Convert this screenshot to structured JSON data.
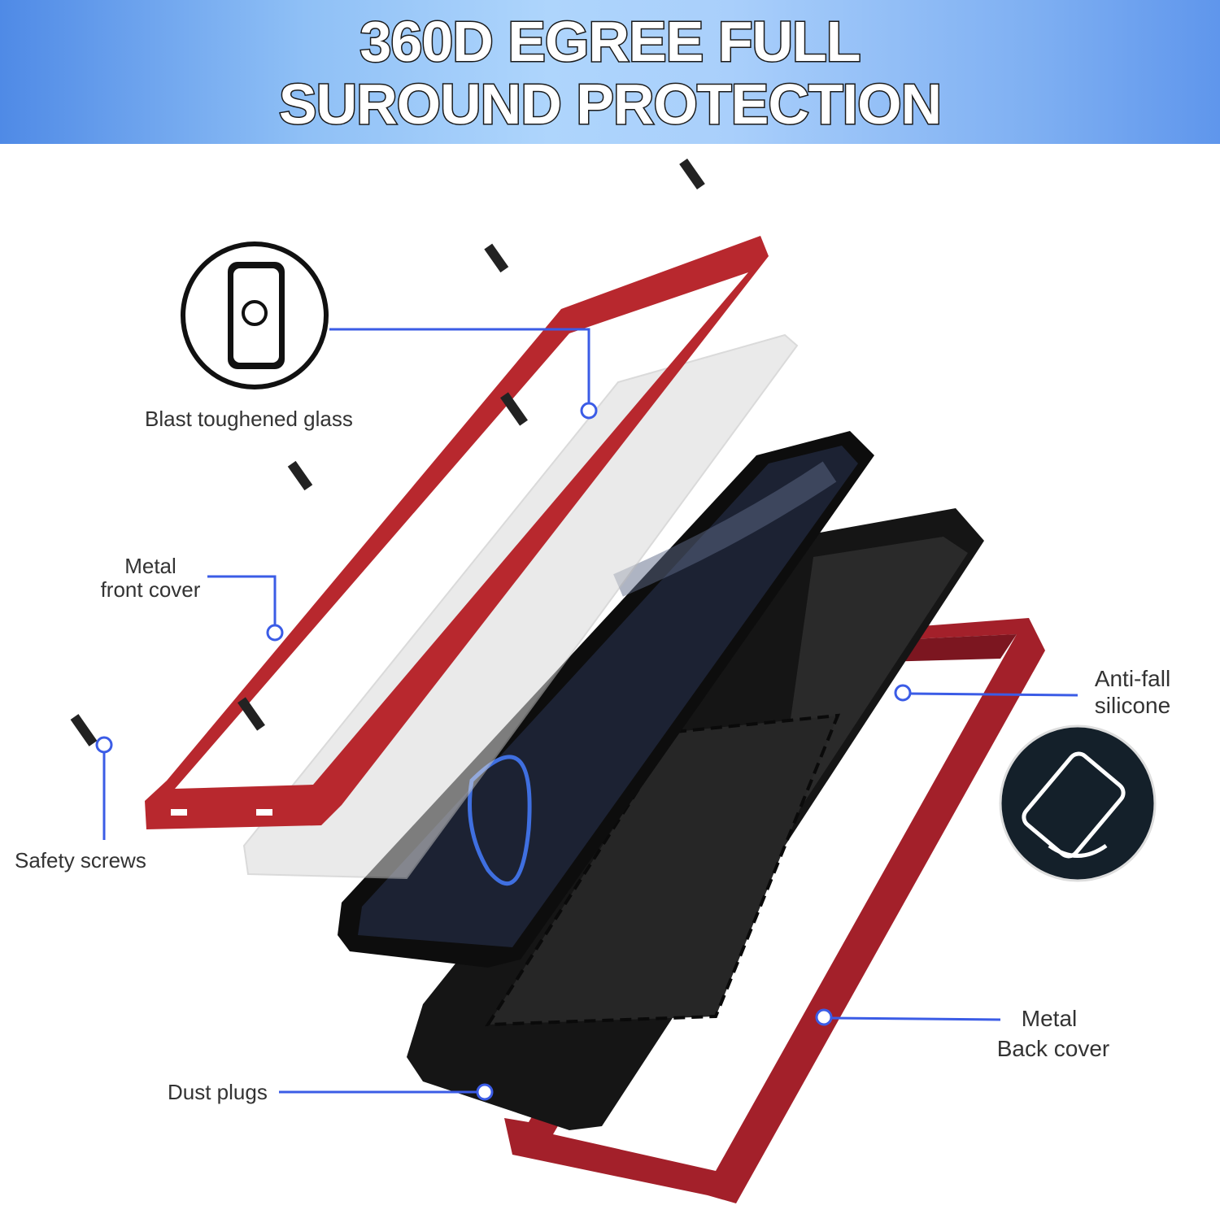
{
  "header": {
    "title_line1": "360D EGREE FULL",
    "title_line2": "SUROUND PROTECTION",
    "background_color": "#8fc0f6"
  },
  "callouts": {
    "glass": "Blast toughened glass",
    "front_cover_line1": "Metal",
    "front_cover_line2": "front cover",
    "safety_screws": "Safety screws",
    "dust_plugs": "Dust plugs",
    "anti_fall_line1": "Anti-fall",
    "anti_fall_line2": "silicone",
    "back_cover_line1": "Metal",
    "back_cover_line2": "Back cover"
  },
  "colors": {
    "callout_line": "#3b5ce6",
    "frame_red": "#b8282e",
    "case_black": "#1a1a1a"
  },
  "icons": [
    "touch-screen-icon",
    "drop-protection-icon",
    "screw-icon"
  ]
}
